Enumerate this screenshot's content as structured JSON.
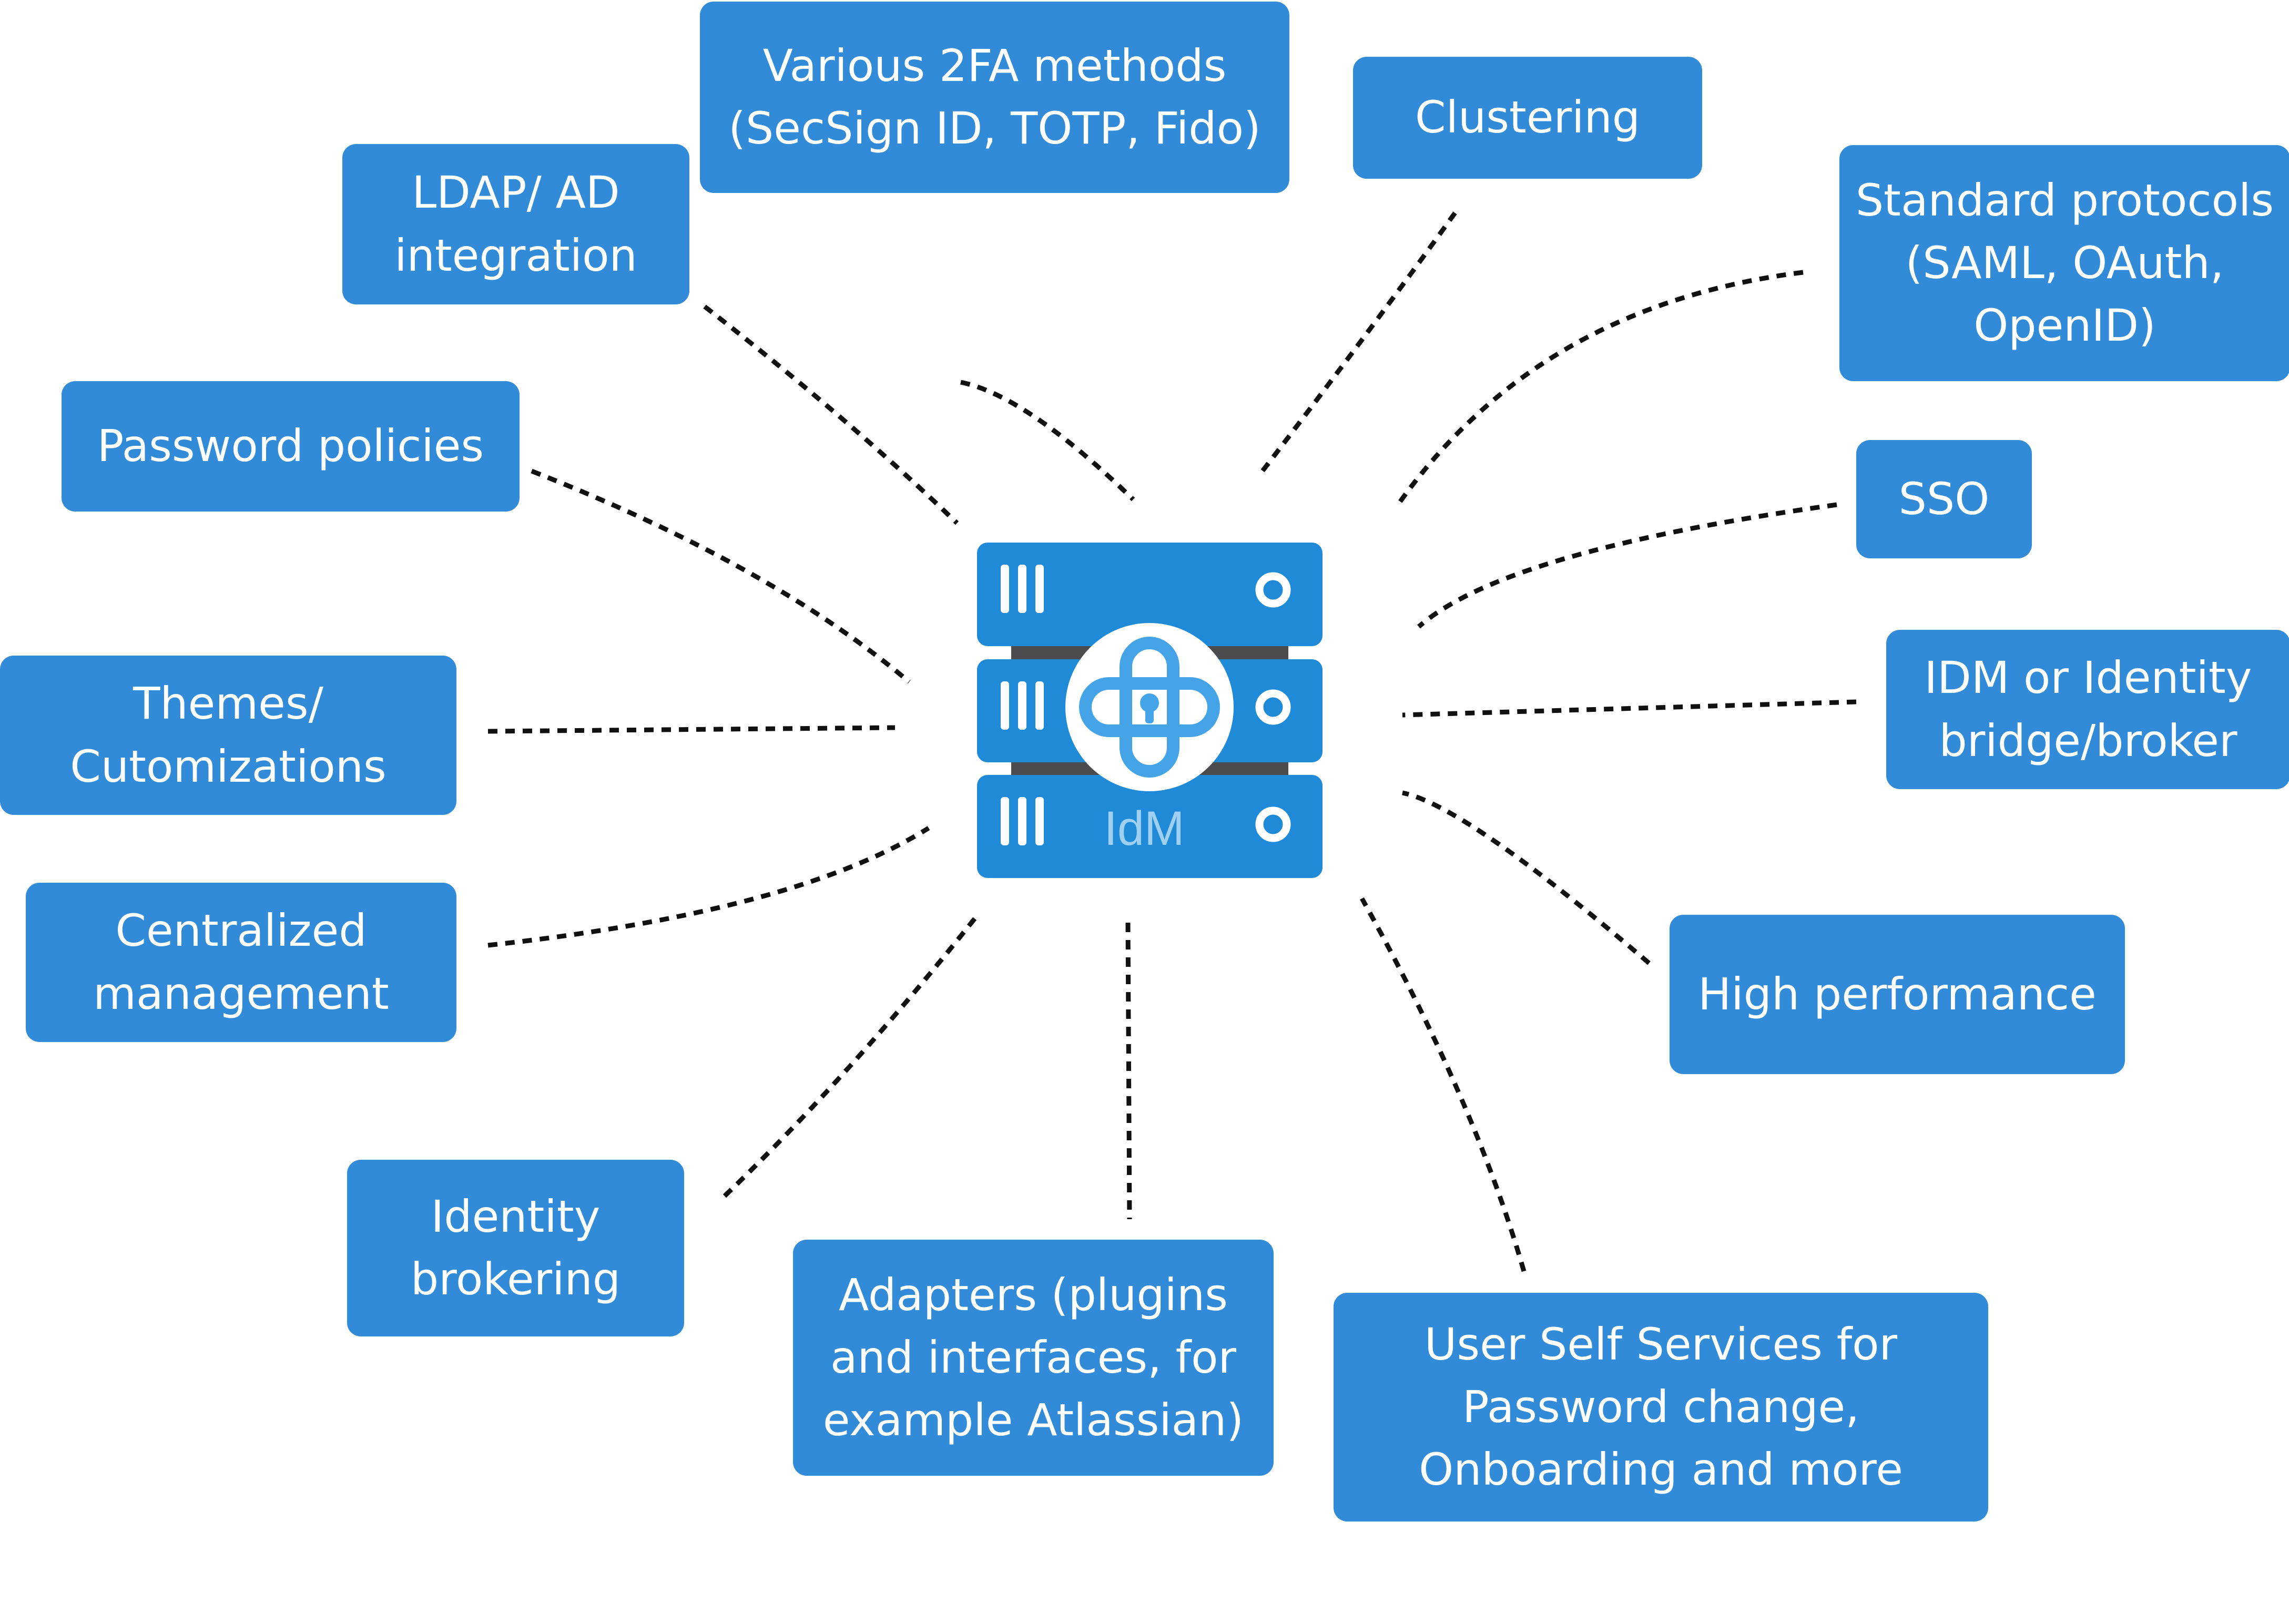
{
  "hub": {
    "label": "IdM",
    "icon": "idm-server-icon"
  },
  "features": [
    {
      "id": "two-factor-methods",
      "text": "Various 2FA methods\n(SecSign ID, TOTP, Fido)"
    },
    {
      "id": "clustering",
      "text": "Clustering"
    },
    {
      "id": "standard-protocols",
      "text": "Standard protocols\n(SAML, OAuth,\nOpenID)"
    },
    {
      "id": "sso",
      "text": "SSO"
    },
    {
      "id": "identity-bridge",
      "text": "IDM or Identity\nbridge/broker"
    },
    {
      "id": "high-performance",
      "text": "High performance"
    },
    {
      "id": "user-self-services",
      "text": "User Self Services for\nPassword change,\nOnboarding and more"
    },
    {
      "id": "adapters",
      "text": "Adapters (plugins\nand interfaces, for\nexample Atlassian)"
    },
    {
      "id": "identity-brokering",
      "text": "Identity\nbrokering"
    },
    {
      "id": "centralized-management",
      "text": "Centralized\nmanagement"
    },
    {
      "id": "themes-customizations",
      "text": "Themes/\nCutomizations"
    },
    {
      "id": "password-policies",
      "text": "Password policies"
    },
    {
      "id": "ldap-ad-integration",
      "text": "LDAP/ AD\nintegration"
    }
  ],
  "colors": {
    "box_fill": "#318bd8",
    "box_text": "#ffffff",
    "server_fill": "#1f8ad7",
    "server_gap": "#4a4c50",
    "lock_ring": "#45a4e8",
    "idm_label": "#9fd0f2",
    "connector": "#111111"
  }
}
